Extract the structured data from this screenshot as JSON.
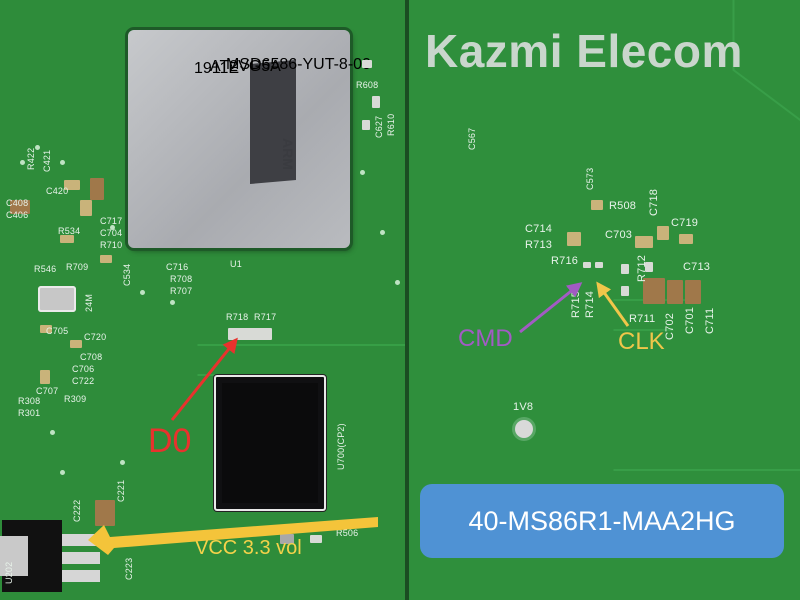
{
  "brand_title": "Kazmi Elecom",
  "part_number": "40-MS86R1-MAA2HG",
  "annotations": {
    "d0": "D0",
    "vcc": "VCC 3.3 vol",
    "cmd": "CMD",
    "clk": "CLK"
  },
  "annotation_colors": {
    "d0": "#e8322d",
    "vcc": "#f4d24a",
    "cmd": "#a25bc4",
    "clk": "#f0c64a",
    "badge": "#4f92d4"
  },
  "soc_marking": [
    "MSD6586-YUT-8-00",
    "AT2VG5A",
    "1911E"
  ],
  "soc_brand": "ARM",
  "left_silkscreen": {
    "u1": "U1",
    "u700": "U700(CP2)",
    "u202": "U202",
    "r718": "R718",
    "r717": "R717",
    "r506": "R506",
    "c716": "C716",
    "r708": "R708",
    "r707": "R707",
    "c717": "C717",
    "c704": "C704",
    "r710": "R710",
    "r709": "R709",
    "r546": "R546",
    "r534": "R534",
    "c705": "C705",
    "c720": "C720",
    "c708": "C708",
    "c706": "C706",
    "c722": "C722",
    "c707": "C707",
    "r308": "R308",
    "r309": "R309",
    "r301": "R301",
    "c222": "C222",
    "c221": "C221",
    "c223": "C223",
    "c420": "C420",
    "c421": "C421",
    "c408": "C408",
    "c406": "C406",
    "r422": "R422",
    "r608": "R608",
    "r610": "R610",
    "c627": "C627",
    "c534": "C534",
    "x4m": "24M"
  },
  "right_silkscreen": {
    "c567": "C567",
    "c573": "C573",
    "r508": "R508",
    "c718": "C718",
    "c714": "C714",
    "r713": "R713",
    "c703": "C703",
    "c719": "C719",
    "r716": "R716",
    "r712": "R712",
    "c713": "C713",
    "r715": "R715",
    "r714": "R714",
    "r711": "R711",
    "c702": "C702",
    "c701": "C701",
    "c711": "C711",
    "v1v8": "1V8"
  }
}
